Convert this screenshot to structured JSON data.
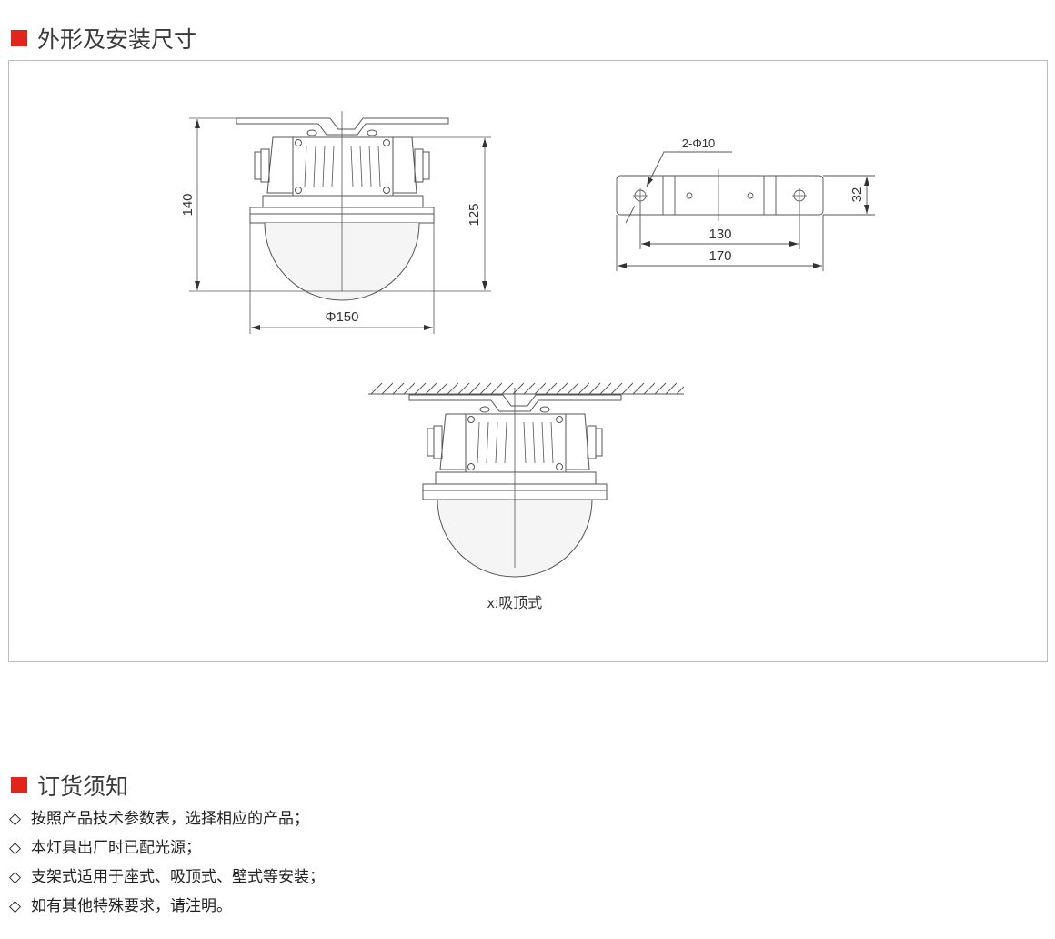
{
  "section1": {
    "title": "外形及安装尺寸"
  },
  "drawing_front": {
    "dim_height_total": "140",
    "dim_height_body": "125",
    "dim_diameter": "Φ150"
  },
  "drawing_bracket": {
    "dim_holes": "2-Φ10",
    "dim_hole_spacing": "130",
    "dim_length": "170",
    "dim_width": "32"
  },
  "drawing_mount": {
    "caption": "x:吸顶式"
  },
  "section2": {
    "title": "订货须知"
  },
  "notes": [
    {
      "bullet": "◇",
      "text": "按照产品技术参数表，选择相应的产品；"
    },
    {
      "bullet": "◇",
      "text": "本灯具出厂时已配光源；"
    },
    {
      "bullet": "◇",
      "text": "支架式适用于座式、吸顶式、壁式等安装；"
    },
    {
      "bullet": "◇",
      "text": "如有其他特殊要求，请注明。"
    }
  ],
  "colors": {
    "accent": "#e0261b",
    "line": "#555555",
    "frame": "#bdbdbd"
  }
}
